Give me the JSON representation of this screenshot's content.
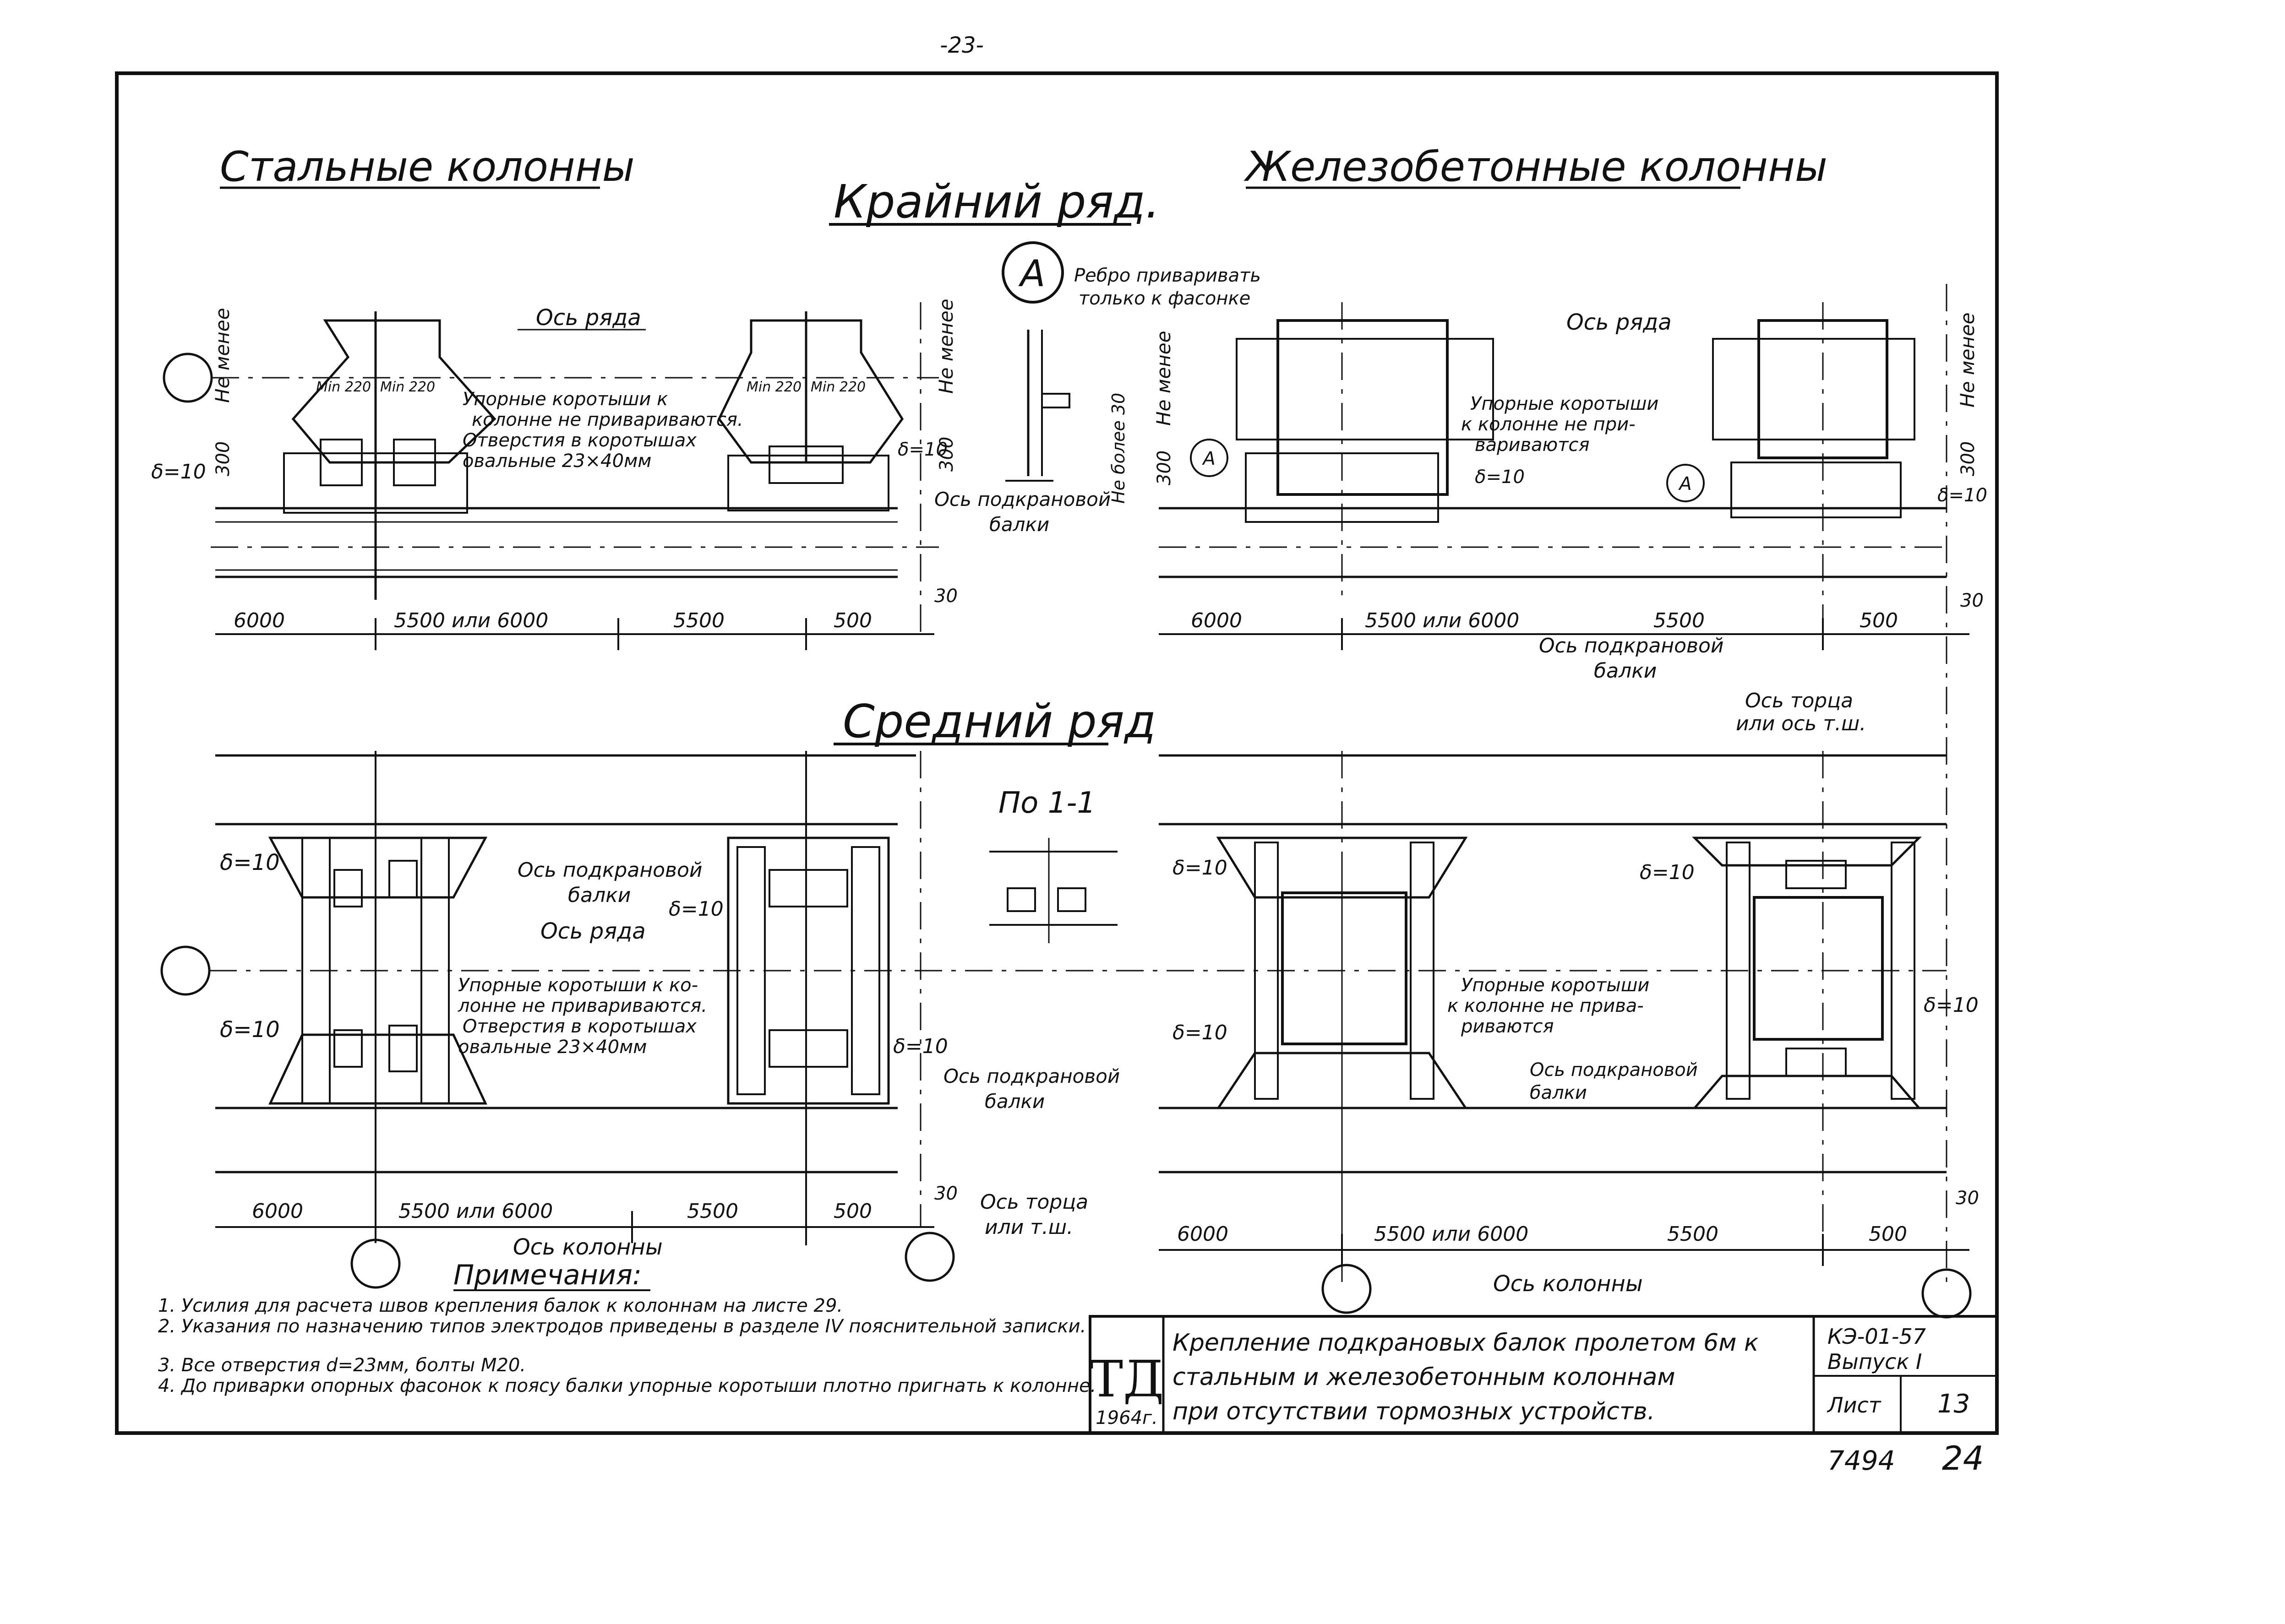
{
  "page_number": "-23-",
  "headings": {
    "steel": "Стальные колонны",
    "concrete": "Железобетонные колонны",
    "outer_row": "Крайний ряд.",
    "middle_row": "Средний ряд"
  },
  "labels": {
    "row_axis": "Ось ряда",
    "not_less": "Не менее",
    "dim_300": "300",
    "stop_pieces_holes": "Упорные коротыши к колонне не привариваются. Отверстия в коротышах овальные 23×40мм",
    "stop_pieces_concrete": "Упорные коротыши к колонне не привариваются",
    "delta10": "δ=10",
    "crane_beam_axis": "Ось подкрановой балки",
    "column_axis": "Ось колонны",
    "end_axis": "Ось торца или т.ш.",
    "end_axis_concrete": "Ось торца или ось т.ш.",
    "node_a": "А",
    "rib_note": "Ребро приваривать только к фасонке",
    "not_more_30": "Не более 30",
    "section": "По 1-1",
    "min220": "Min 220",
    "d30": "30"
  },
  "dimensions": {
    "d6000": "6000",
    "d5500or6000": "5500 или 6000",
    "d5500": "5500",
    "d500": "500"
  },
  "notes": {
    "title": "Примечания:",
    "items": [
      "1. Усилия для расчета швов крепления балок к колоннам на листе 29.",
      "2. Указания по назначению типов электродов приведены в разделе IV пояснительной записки.",
      "3. Все отверстия d=23мм, болты М20.",
      "4. До приварки опорных фасонок к поясу балки упорные коротыши плотно пригнать к колонне."
    ]
  },
  "title_block": {
    "logo": "ТД",
    "year": "1964г.",
    "title_line1": "Крепление подкрановых балок пролетом 6м к",
    "title_line2": "стальным и железобетонным колоннам",
    "title_line3": "при отсутствии тормозных устройств.",
    "code": "КЭ-01-57",
    "issue": "Выпуск I",
    "sheet_label": "Лист",
    "sheet_no": "13"
  },
  "stamp": {
    "archive_no": "7494",
    "page": "24"
  }
}
